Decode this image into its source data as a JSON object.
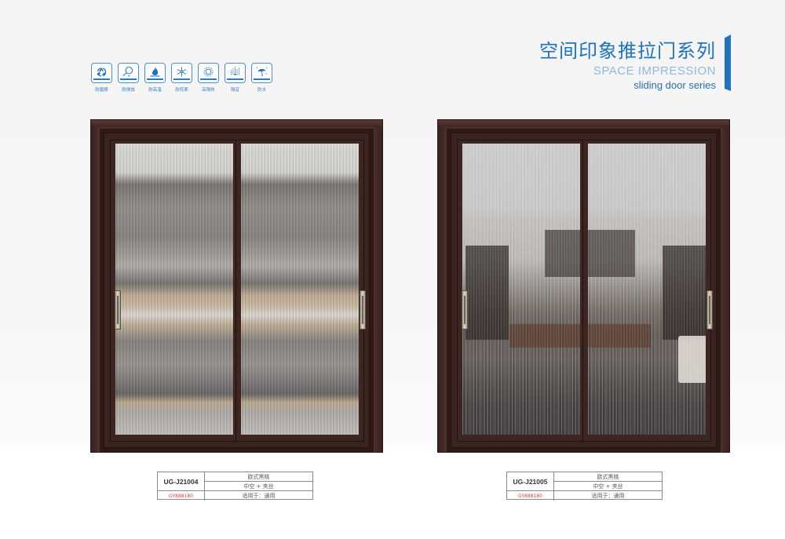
{
  "header": {
    "title_cn": "空间印象推拉门系列",
    "title_en": "SPACE IMPRESSION",
    "subtitle_en": "sliding door series",
    "accent_color": "#1e73be"
  },
  "features": [
    {
      "icon": "recycle-icon",
      "label": "耐磨擦"
    },
    {
      "icon": "magnifier-drop-icon",
      "label": "耐侵蚀"
    },
    {
      "icon": "flame-icon",
      "label": "耐高温"
    },
    {
      "icon": "snowflake-icon",
      "label": "耐低寒"
    },
    {
      "icon": "sun-icon",
      "label": "高隔热"
    },
    {
      "icon": "sound-wave-icon",
      "label": "隔音"
    },
    {
      "icon": "umbrella-rain-icon",
      "label": "防水"
    }
  ],
  "products": [
    {
      "model": "UG-J21004",
      "finish": "欧式黑桃",
      "glass": "中空 + 夹丝",
      "code": "GY888180",
      "usage": "适用于：通用",
      "glass_style": "textured"
    },
    {
      "model": "UG-J21005",
      "finish": "欧式黑桃",
      "glass": "中空 + 夹丝",
      "code": "GY888180",
      "usage": "适用于：通用",
      "glass_style": "rain"
    }
  ]
}
